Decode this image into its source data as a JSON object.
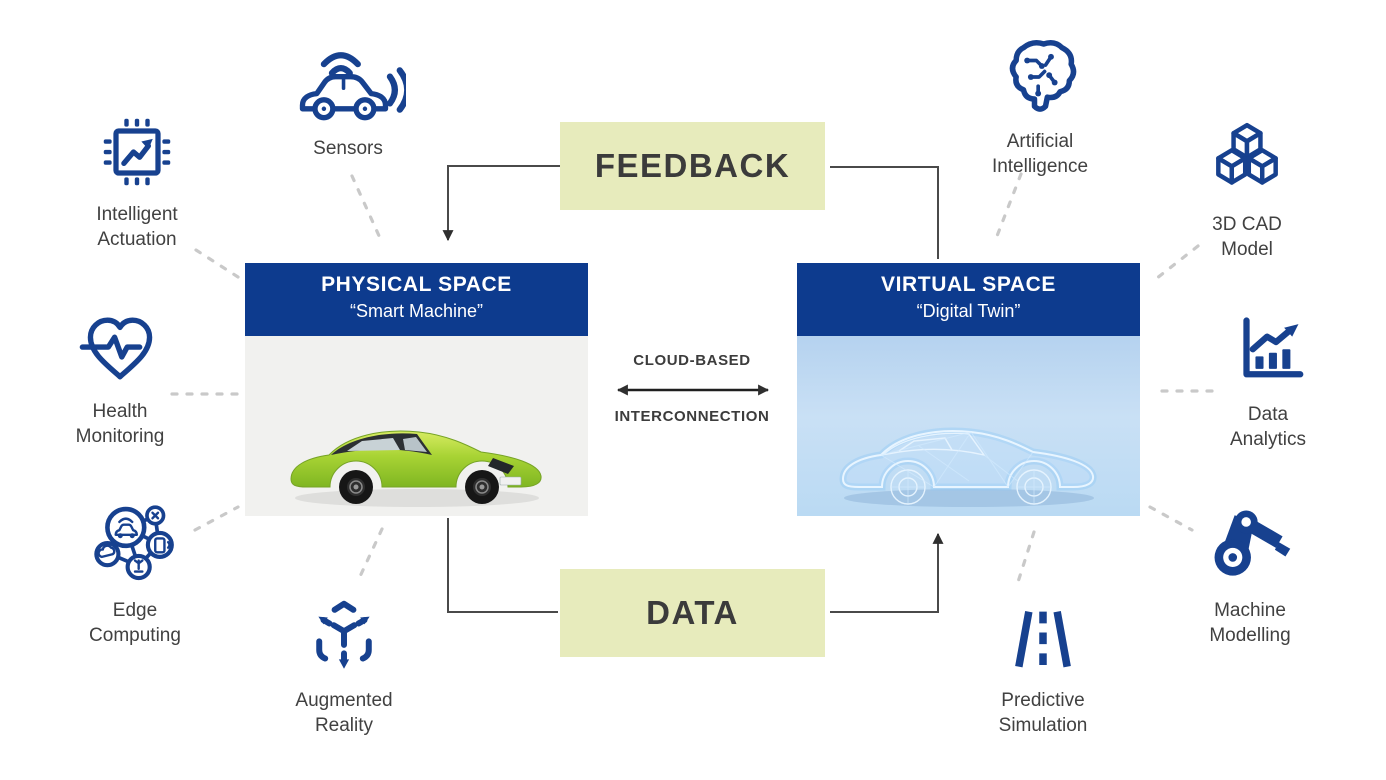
{
  "feedback": {
    "label": "FEEDBACK"
  },
  "data_flow": {
    "label": "DATA"
  },
  "interconnection": {
    "line1": "CLOUD-BASED",
    "line2": "INTERCONNECTION"
  },
  "physical_space": {
    "title": "PHYSICAL SPACE",
    "subtitle": "“Smart Machine”"
  },
  "virtual_space": {
    "title": "VIRTUAL SPACE",
    "subtitle": "“Digital Twin”"
  },
  "left_icons": [
    {
      "id": "sensors",
      "icon": "car-wifi-icon",
      "label": "Sensors"
    },
    {
      "id": "intelligent-actuation",
      "icon": "chip-trend-icon",
      "label": "Intelligent\nActuation"
    },
    {
      "id": "health-monitoring",
      "icon": "heart-pulse-icon",
      "label": "Health\nMonitoring"
    },
    {
      "id": "edge-computing",
      "icon": "connected-nodes-icon",
      "label": "Edge\nComputing"
    },
    {
      "id": "augmented-reality",
      "icon": "ar-cube-icon",
      "label": "Augmented\nReality"
    }
  ],
  "right_icons": [
    {
      "id": "artificial-intelligence",
      "icon": "circuit-brain-icon",
      "label": "Artificial\nIntelligence"
    },
    {
      "id": "3d-cad-model",
      "icon": "cubes-icon",
      "label": "3D CAD\nModel"
    },
    {
      "id": "data-analytics",
      "icon": "bar-chart-trend-icon",
      "label": "Data\nAnalytics"
    },
    {
      "id": "machine-modelling",
      "icon": "robot-arm-icon",
      "label": "Machine\nModelling"
    },
    {
      "id": "predictive-simulation",
      "icon": "road-icon",
      "label": "Predictive\nSimulation"
    }
  ],
  "colors": {
    "header_blue": "#0d3b8e",
    "icon_blue": "#17418f",
    "accent_yellow_green": "#e7ebbc",
    "text_dark": "#3b3b3b",
    "dashed_gray": "#c9c9c9"
  }
}
